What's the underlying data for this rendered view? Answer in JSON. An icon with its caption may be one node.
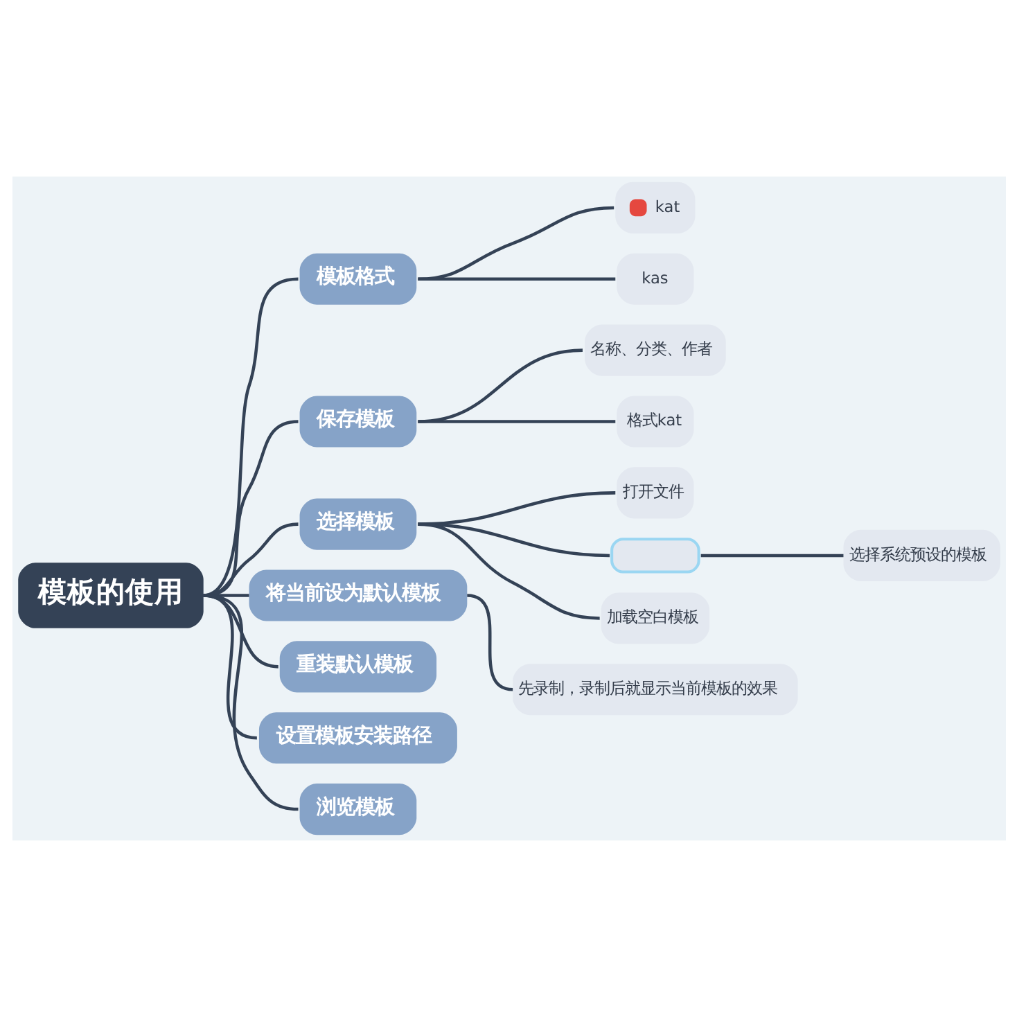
{
  "diagram": {
    "nodes": [
      {
        "text": [
          "模板的使用"
        ]
      },
      {
        "text": [
          "模板格式"
        ]
      },
      {
        "text": [
          "kat"
        ]
      },
      {
        "text": [
          "kas"
        ]
      },
      {
        "text": [
          "保存模板"
        ]
      },
      {
        "text": [
          "名称、分类、作者"
        ]
      },
      {
        "text": [
          "格式kat"
        ]
      },
      {
        "text": [
          "选择模板"
        ]
      },
      {
        "text": [
          "打开文件"
        ]
      },
      {
        "text": [],
        "shape": "box"
      },
      {
        "text": [
          "选择系统预设的模板"
        ]
      },
      {
        "text": [
          "加载空白模板"
        ]
      },
      {
        "text": [
          "将当前设为默认模板"
        ]
      },
      {
        "text": [
          "先录制，录制后就显示当前模板的效果"
        ]
      },
      {
        "text": [
          "重装默认模板"
        ]
      },
      {
        "text": [
          "设置模板安装路径"
        ]
      },
      {
        "text": [
          "浏览模板"
        ]
      }
    ],
    "edges": [
      {
        "from": 0,
        "to": 1,
        "arrow": "none"
      },
      {
        "from": 1,
        "to": 2,
        "arrow": "none"
      },
      {
        "from": 1,
        "to": 3,
        "arrow": "none"
      },
      {
        "from": 0,
        "to": 4,
        "arrow": "none"
      },
      {
        "from": 4,
        "to": 5,
        "arrow": "none"
      },
      {
        "from": 4,
        "to": 6,
        "arrow": "none"
      },
      {
        "from": 0,
        "to": 7,
        "arrow": "none"
      },
      {
        "from": 7,
        "to": 8,
        "arrow": "none"
      },
      {
        "from": 7,
        "to": 9,
        "arrow": "none"
      },
      {
        "from": 9,
        "to": 10,
        "arrow": "none"
      },
      {
        "from": 7,
        "to": 11,
        "arrow": "none"
      },
      {
        "from": 0,
        "to": 12,
        "arrow": "none"
      },
      {
        "from": 12,
        "to": 13,
        "arrow": "none"
      },
      {
        "from": 0,
        "to": 14,
        "arrow": "none"
      },
      {
        "from": 0,
        "to": 15,
        "arrow": "none"
      },
      {
        "from": 0,
        "to": 16,
        "arrow": "none"
      }
    ]
  }
}
